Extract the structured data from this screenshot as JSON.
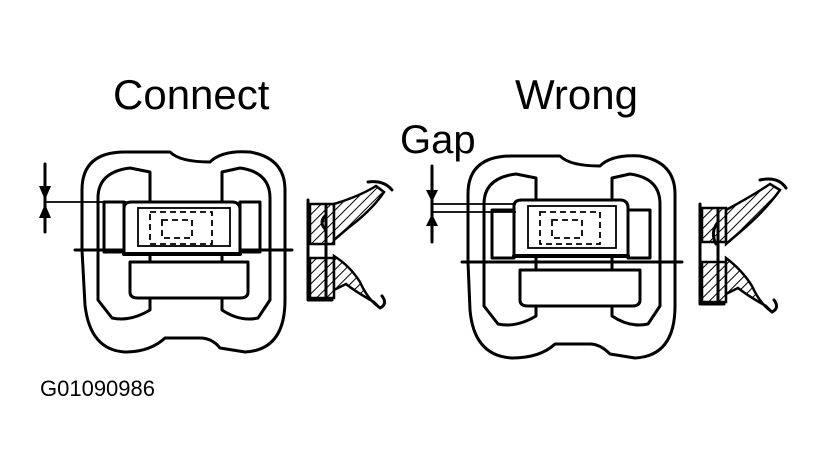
{
  "labels": {
    "connect": "Connect",
    "wrong": "Wrong",
    "gap": "Gap",
    "figure_code": "G01090986"
  }
}
